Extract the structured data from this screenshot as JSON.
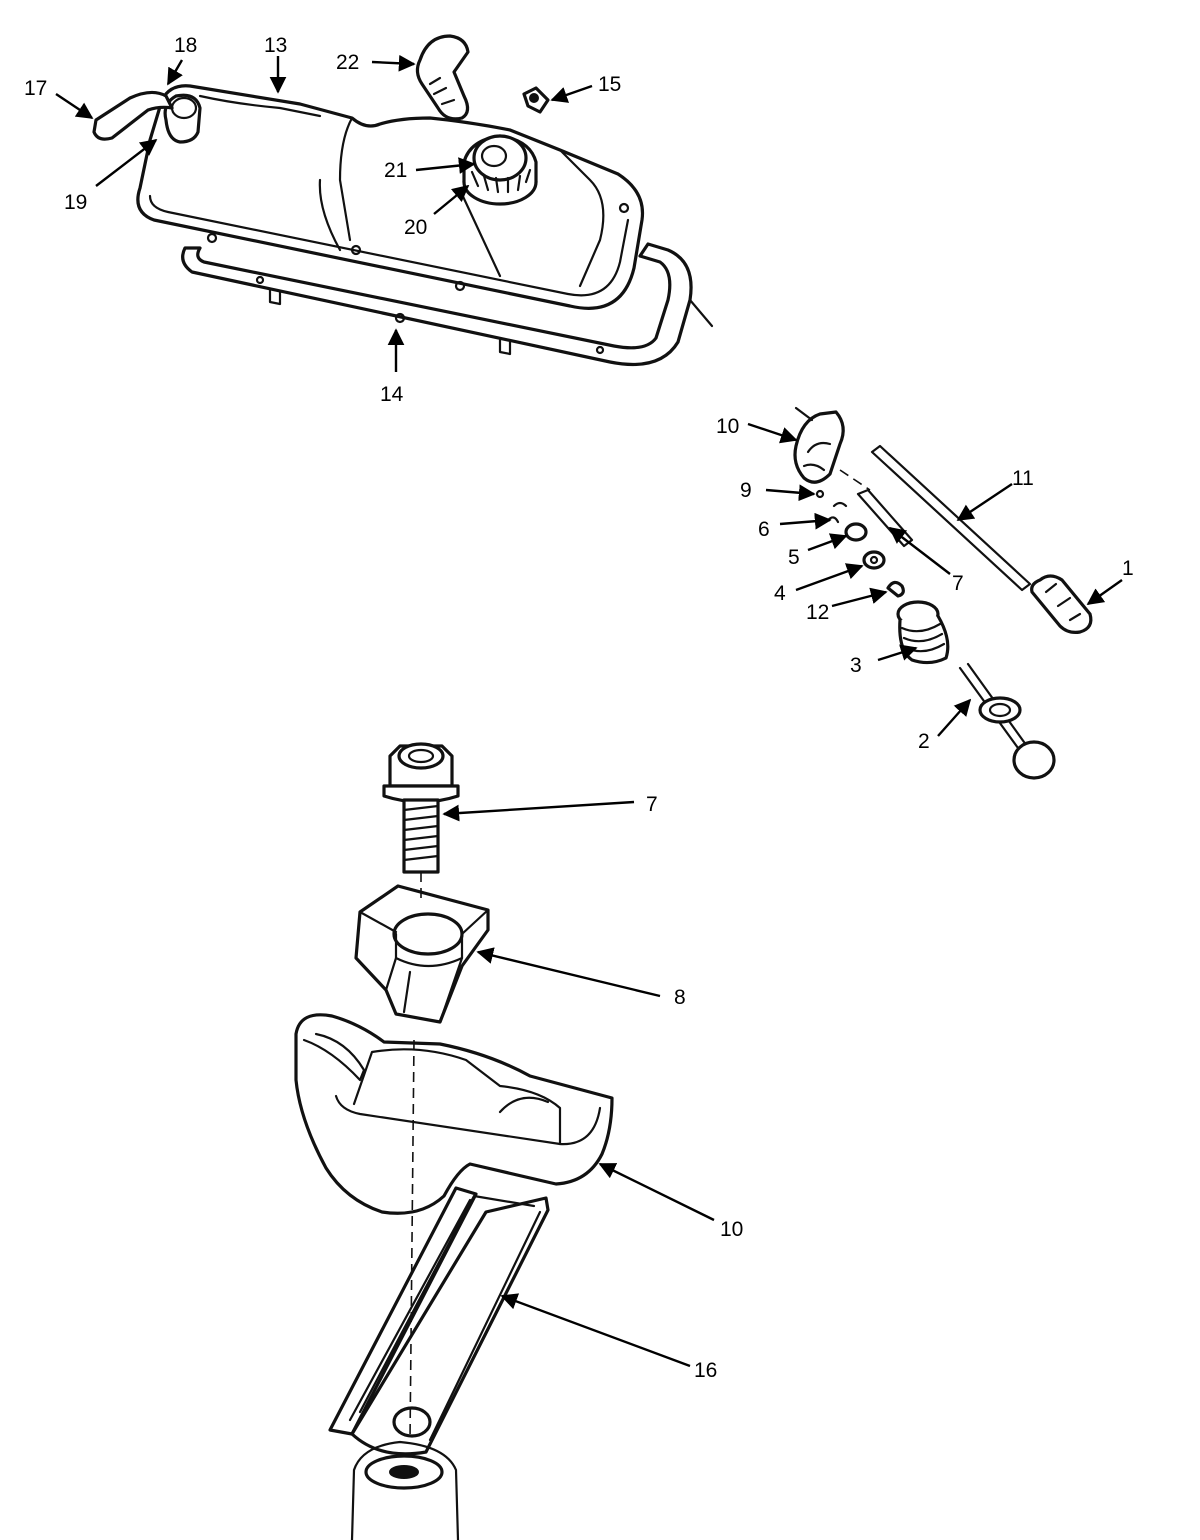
{
  "callouts": {
    "c1": "1",
    "c2": "2",
    "c3": "3",
    "c4": "4",
    "c5": "5",
    "c6": "6",
    "c7_small": "7",
    "c7_large": "7",
    "c8": "8",
    "c9": "9",
    "c10_small": "10",
    "c10_large": "10",
    "c11": "11",
    "c12": "12",
    "c13": "13",
    "c14": "14",
    "c15": "15",
    "c16": "16",
    "c17": "17",
    "c18": "18",
    "c19": "19",
    "c20": "20",
    "c21": "21",
    "c22": "22"
  },
  "parts": [
    "valve-cover",
    "valve-cover-gasket",
    "oil-filler-cap",
    "pcv-valve",
    "pcv-hose",
    "fitting",
    "crankcase-vent-hose",
    "rocker-arm",
    "rocker-arm-bolt",
    "fulcrum",
    "rocker-guide",
    "push-rod",
    "valve-lifter",
    "valve-spring",
    "valve",
    "valve-keys",
    "spring-retainer",
    "valve-seal"
  ],
  "colors": {
    "ink": "#111111",
    "paper": "#ffffff"
  }
}
